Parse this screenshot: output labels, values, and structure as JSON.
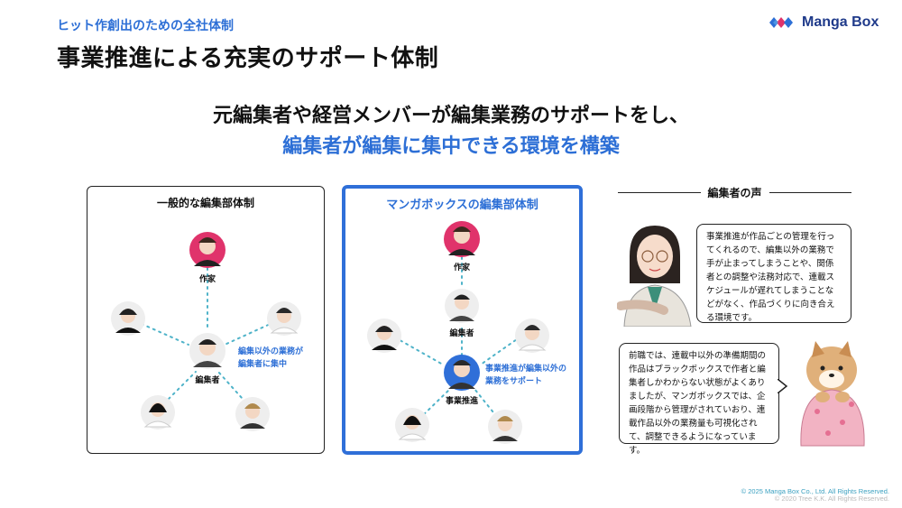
{
  "header": {
    "eyebrow": "ヒット作創出のための全社体制",
    "title": "事業推進による充実のサポート体制",
    "logo_text": "Manga Box"
  },
  "headline": {
    "line1": "元編集者や経営メンバーが編集業務のサポートをし、",
    "line2": "編集者が編集に集中できる環境を構築"
  },
  "panel_general": {
    "title": "一般的な編集部体制",
    "author_label": "作家",
    "editor_label": "編集者",
    "note_line1": "編集以外の業務が",
    "note_line2": "編集者に集中"
  },
  "panel_mangabox": {
    "title": "マンガボックスの編集部体制",
    "author_label": "作家",
    "editor_label": "編集者",
    "bizdev_label": "事業推進",
    "note_line1": "事業推進が編集以外の",
    "note_line2": "業務をサポート"
  },
  "voice": {
    "heading": "編集者の声",
    "quote1": "事業推進が作品ごとの管理を行ってくれるので、編集以外の業務で手が止まってしまうことや、関係者との調整や法務対応で、連載スケジュールが遅れてしまうことなどがなく、作品づくりに向き合える環境です。",
    "quote2": "前職では、連載中以外の準備期間の作品はブラックボックスで作者と編集者しかわからない状態がよくありましたが、マンガボックスでは、企画段階から管理がされていおり、連載作品以外の業務量も可視化されて、調整できるようになっています。"
  },
  "footer": {
    "copyright1": "© 2025 Manga Box Co., Ltd. All Rights Reserved.",
    "copyright2": "© 2020 Tree K.K. All Rights Reserved."
  },
  "colors": {
    "accent_blue": "#2d6fd6",
    "author_pink": "#e0336b",
    "dotted_line": "#4fb3c9"
  }
}
